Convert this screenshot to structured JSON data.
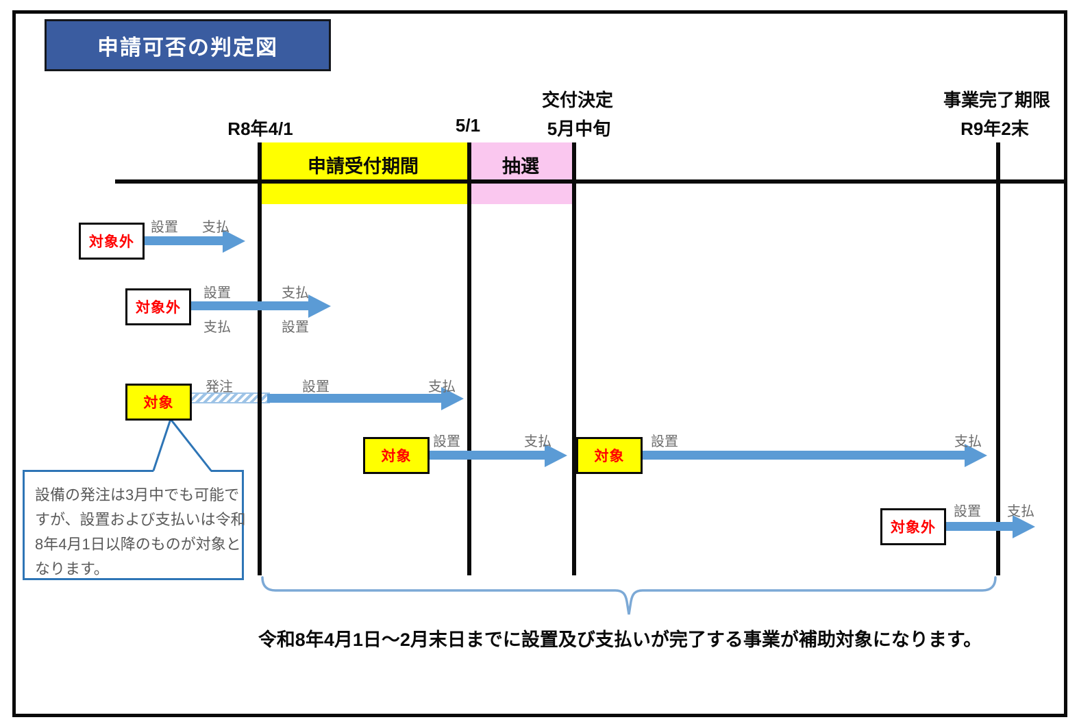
{
  "title": "申請可否の判定図",
  "milestones": [
    {
      "label": "R8年4/1"
    },
    {
      "label": "5/1"
    },
    {
      "top": "交付決定",
      "bottom": "5月中旬"
    },
    {
      "top": "事業完了期限",
      "bottom": "R9年2末"
    }
  ],
  "bands": {
    "application": "申請受付期間",
    "lottery": "抽選"
  },
  "rows": [
    {
      "status": "対象外",
      "eligible": false,
      "above": [
        "設置",
        "支払"
      ]
    },
    {
      "status": "対象外",
      "eligible": false,
      "above": [
        "設置",
        "支払"
      ],
      "below": [
        "支払",
        "設置"
      ]
    },
    {
      "status": "対象",
      "eligible": true,
      "above": [
        "発注",
        "設置",
        "支払"
      ]
    },
    {
      "status": "対象",
      "eligible": true,
      "above": [
        "設置",
        "支払"
      ]
    },
    {
      "status": "対象",
      "eligible": true,
      "above": [
        "設置",
        "支払"
      ]
    },
    {
      "status": "対象外",
      "eligible": false,
      "above": [
        "設置",
        "支払"
      ]
    }
  ],
  "callout": {
    "lines": [
      "設備の発注は3月中でも可能で",
      "すが、設置および支払いは令和",
      "8年4月1日以降のものが対象と",
      "なります。"
    ]
  },
  "bottom_note": "令和8年4月1日～2月末日までに設置及び支払いが完了する事業が補助対象になります。",
  "colors": {
    "yellow": "#FFFF00",
    "pink": "#FAC7EF",
    "arrow_blue": "#5B9BD5",
    "hatch_blue": "#9DC3E6",
    "title_bg": "#3A5CA0",
    "status_red": "#FF0000",
    "callout_blue": "#2E75B6",
    "brace_blue": "#7CA9D6"
  }
}
